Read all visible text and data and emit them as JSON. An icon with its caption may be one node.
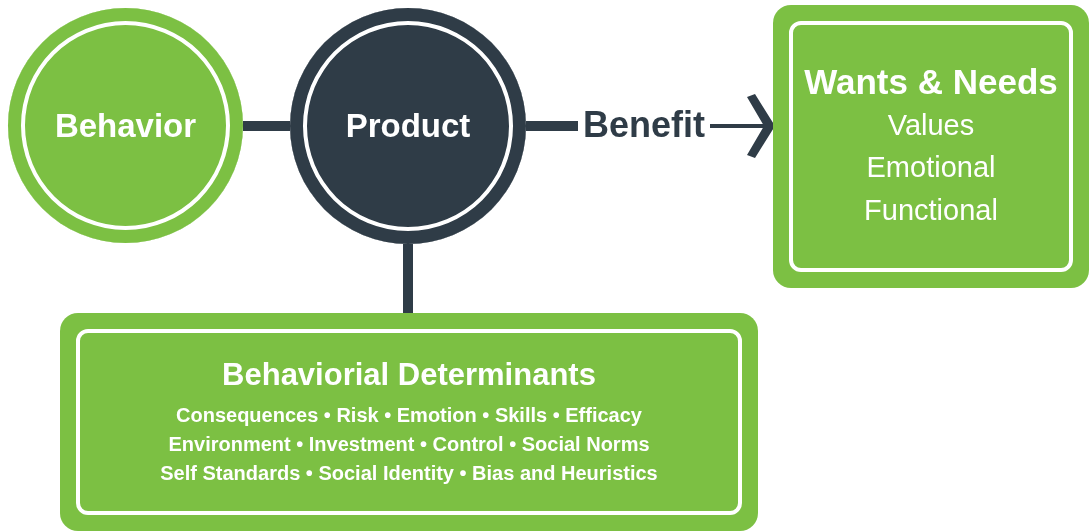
{
  "diagram": {
    "nodes": [
      {
        "text": [
          "Behavior"
        ]
      },
      {
        "text": [
          "Product"
        ]
      },
      {
        "text": [
          "Benefit"
        ]
      },
      {
        "text": [
          "Wants & Needs",
          "Values",
          "Emotional",
          "Functional"
        ]
      },
      {
        "text": [
          "Behaviorial Determinants",
          "Consequences • Risk • Emotion • Skills • Efficacy",
          "Environment • Investment • Control • Social Norms",
          "Self Standards • Social Identity • Bias and Heuristics"
        ]
      }
    ],
    "edges": [
      {
        "from": 0,
        "to": 1,
        "arrow": "none"
      },
      {
        "from": 1,
        "to": 2,
        "arrow": "none"
      },
      {
        "from": 2,
        "to": 3,
        "arrow": "to"
      },
      {
        "from": 1,
        "to": 4,
        "arrow": "none"
      }
    ]
  }
}
